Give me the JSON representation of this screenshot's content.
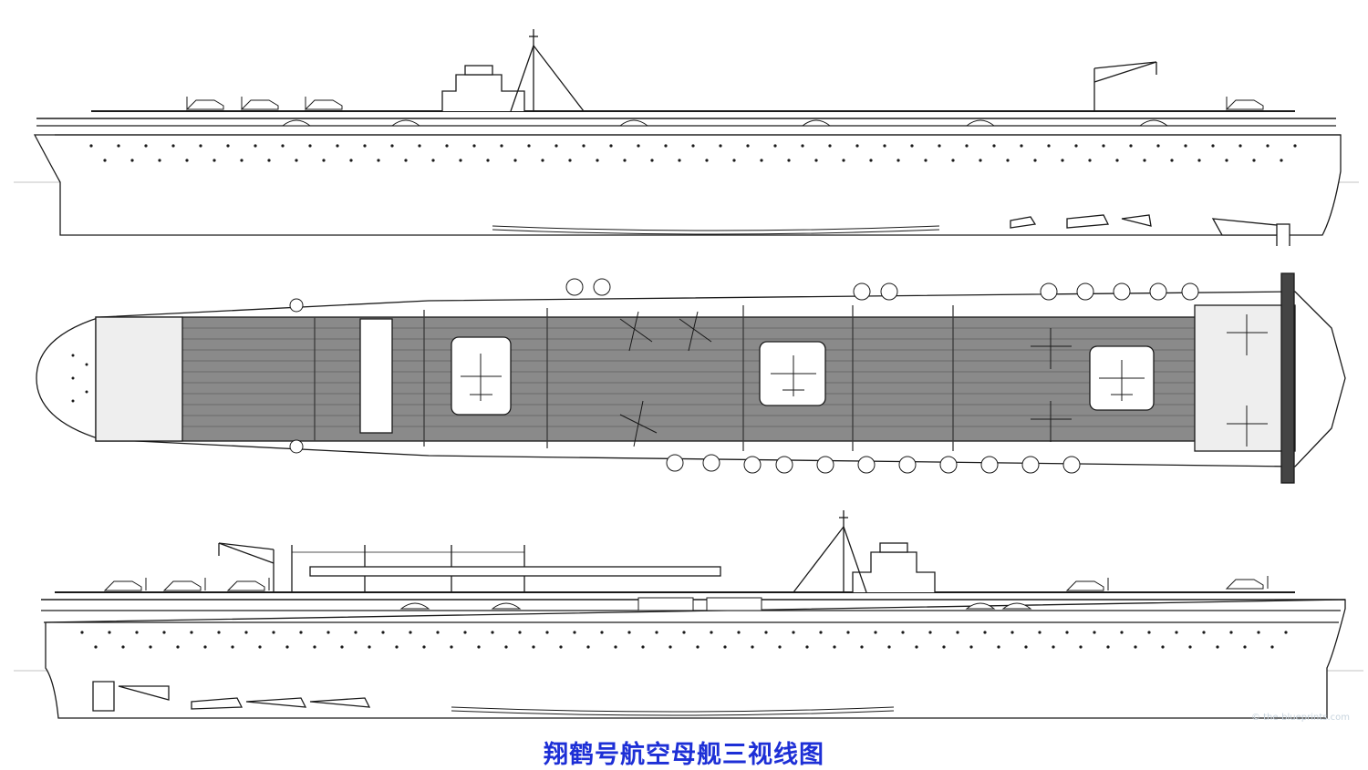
{
  "caption": "翔鹤号航空母舰三视线图",
  "watermark": "© the-blueprints.com",
  "colors": {
    "caption": "#1d2fd6",
    "line": "#1a1a1a",
    "deck": "#8a8a8a",
    "deck_dark": "#5e5e5e"
  },
  "views": [
    {
      "id": "starboard-profile",
      "label": ""
    },
    {
      "id": "plan-view",
      "label": ""
    },
    {
      "id": "port-profile",
      "label": ""
    }
  ]
}
